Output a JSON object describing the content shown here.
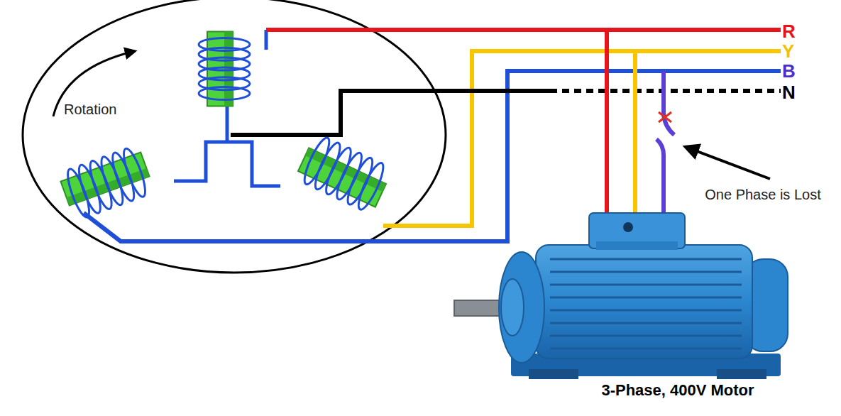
{
  "diagram": {
    "caption": "3-Phase, 400V Motor",
    "labels": [
      "R",
      "Y",
      "B",
      "N",
      "Rotation",
      "One Phase is Lost"
    ]
  }
}
